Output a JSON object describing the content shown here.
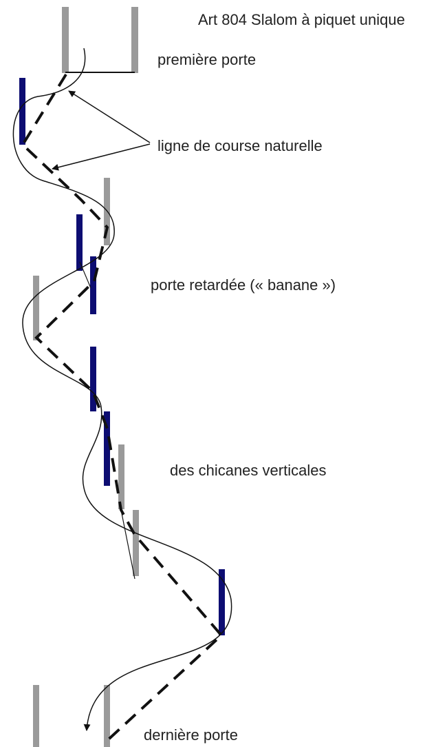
{
  "title": "Art 804 Slalom à piquet unique",
  "labels": {
    "first_gate": "première porte",
    "natural_line": "ligne de course naturelle",
    "delayed_gate": "porte retardée (« banane »)",
    "vertical_chicanes": "des chicanes verticales",
    "last_gate": "dernière porte"
  },
  "colors": {
    "gray_pole": "#9a9a9a",
    "blue_pole": "#0d0d72",
    "line": "#111111",
    "text": "#222222"
  }
}
